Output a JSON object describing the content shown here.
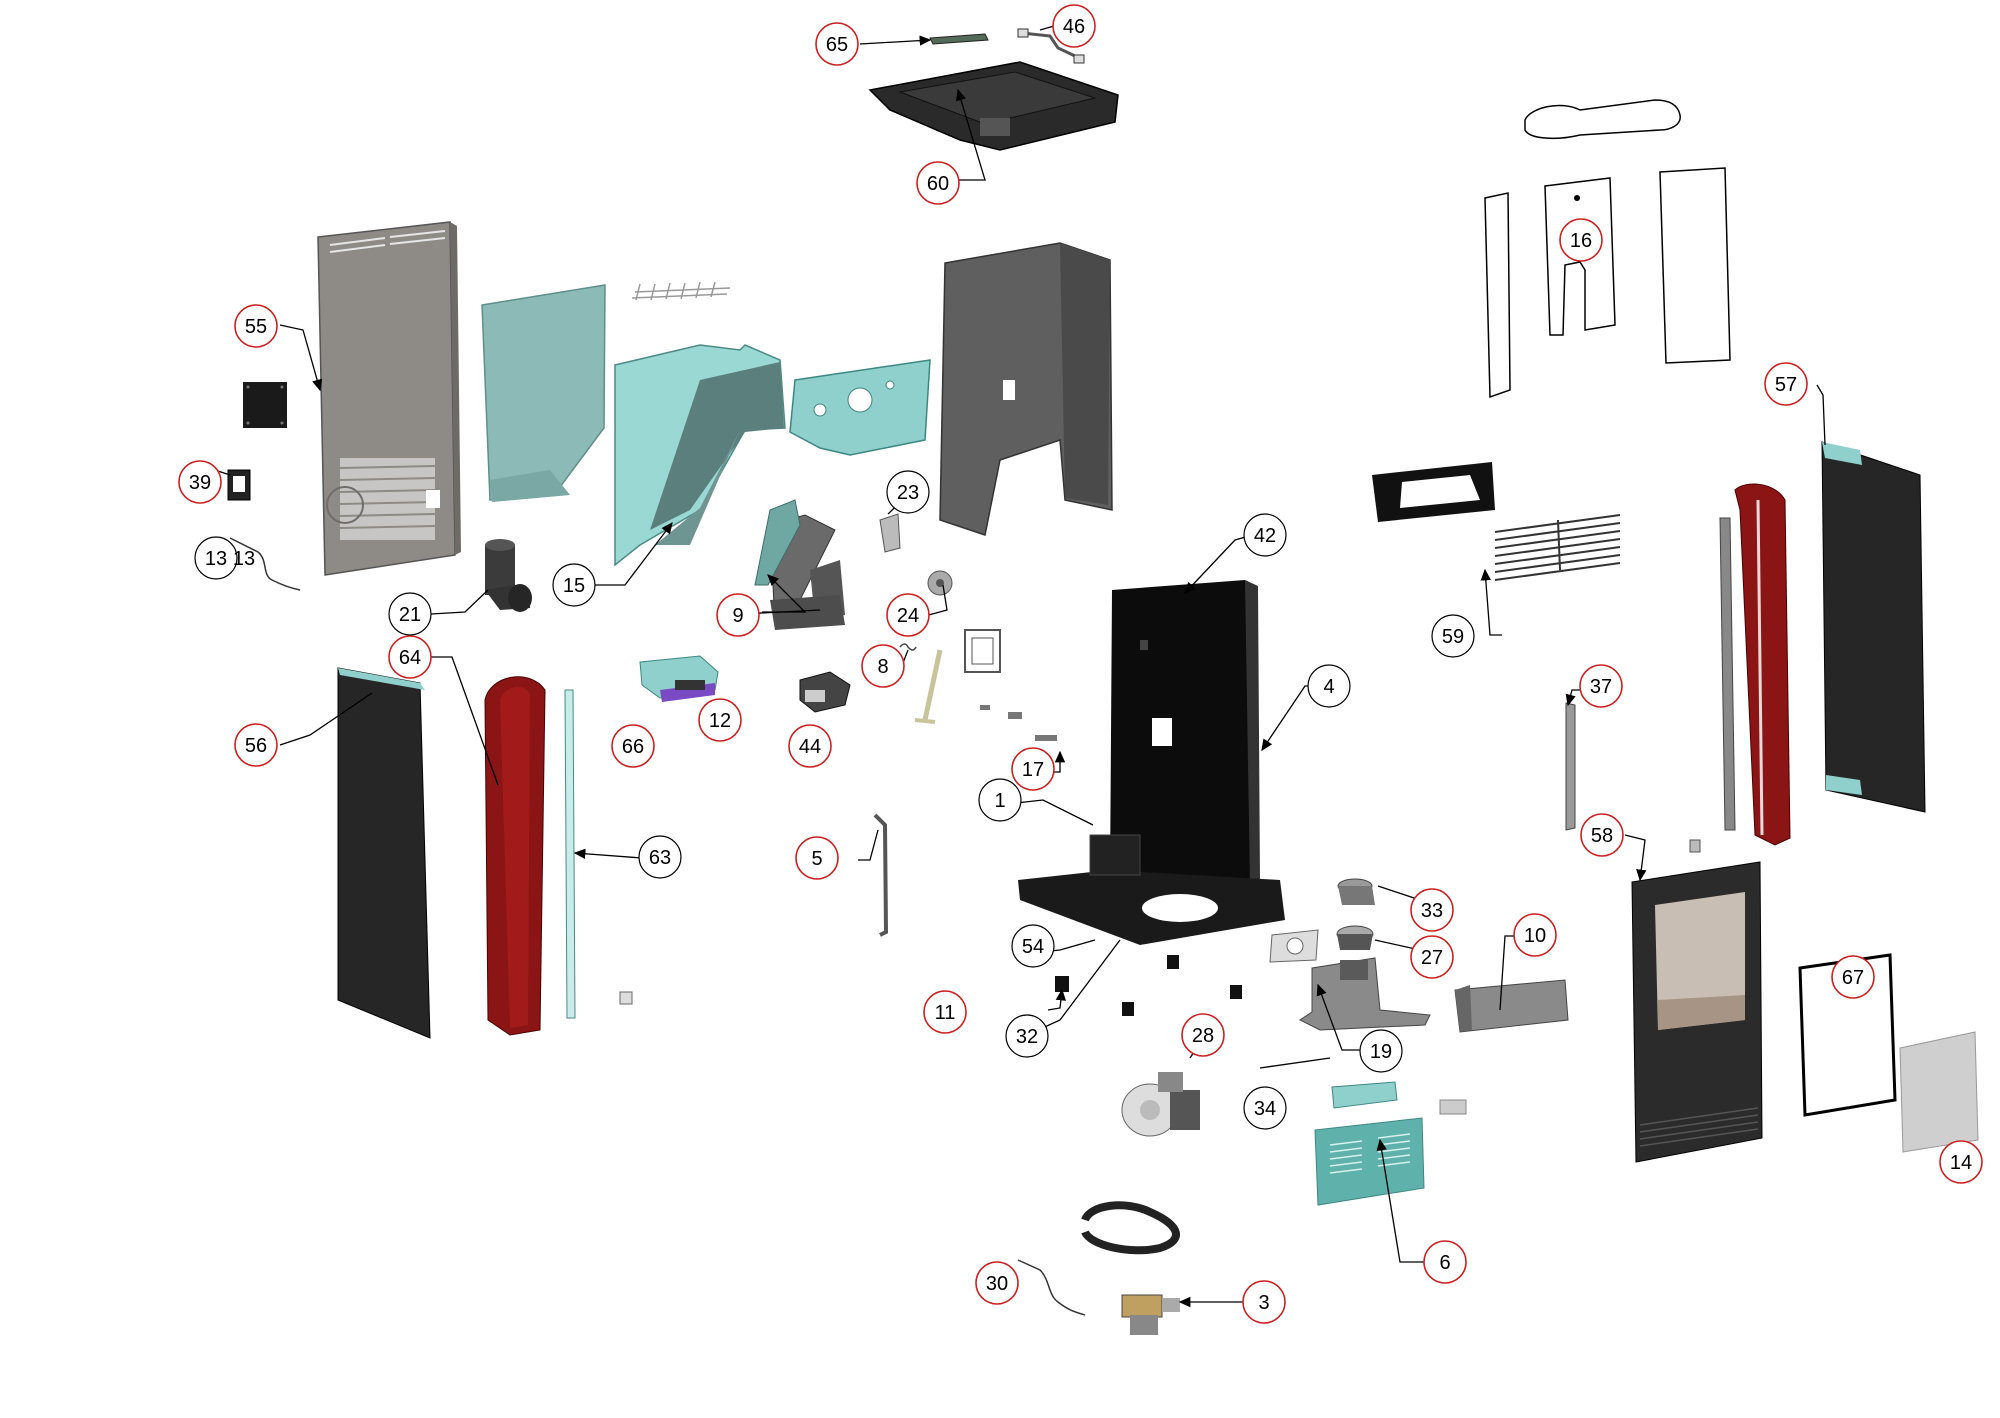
{
  "diagram": {
    "colors": {
      "red_circle": "#cc2020",
      "leader": "#000000",
      "grey_panel": "#8e8a86",
      "dark_panel": "#5c5c5c",
      "teal_panel": "#8fd0cc",
      "black_part": "#111111",
      "burgundy": "#8b1414",
      "glass": "#c8beb4"
    },
    "labels": {
      "p1": "1",
      "p3": "3",
      "p4": "4",
      "p5": "5",
      "p6": "6",
      "p8": "8",
      "p9": "9",
      "p10": "10",
      "p11": "11",
      "p12": "12",
      "p13": "13",
      "p14": "14",
      "p15": "15",
      "p16": "16",
      "p17": "17",
      "p19": "19",
      "p21": "21",
      "p23": "23",
      "p24": "24",
      "p27": "27",
      "p28": "28",
      "p30": "30",
      "p32": "32",
      "p33": "33",
      "p34": "34",
      "p37": "37",
      "p39": "39",
      "p42": "42",
      "p44": "44",
      "p46": "46",
      "p54": "54",
      "p55": "55",
      "p56": "56",
      "p57": "57",
      "p58": "58",
      "p59": "59",
      "p60": "60",
      "p63": "63",
      "p64": "64",
      "p65": "65",
      "p66": "66",
      "p67": "67"
    }
  }
}
